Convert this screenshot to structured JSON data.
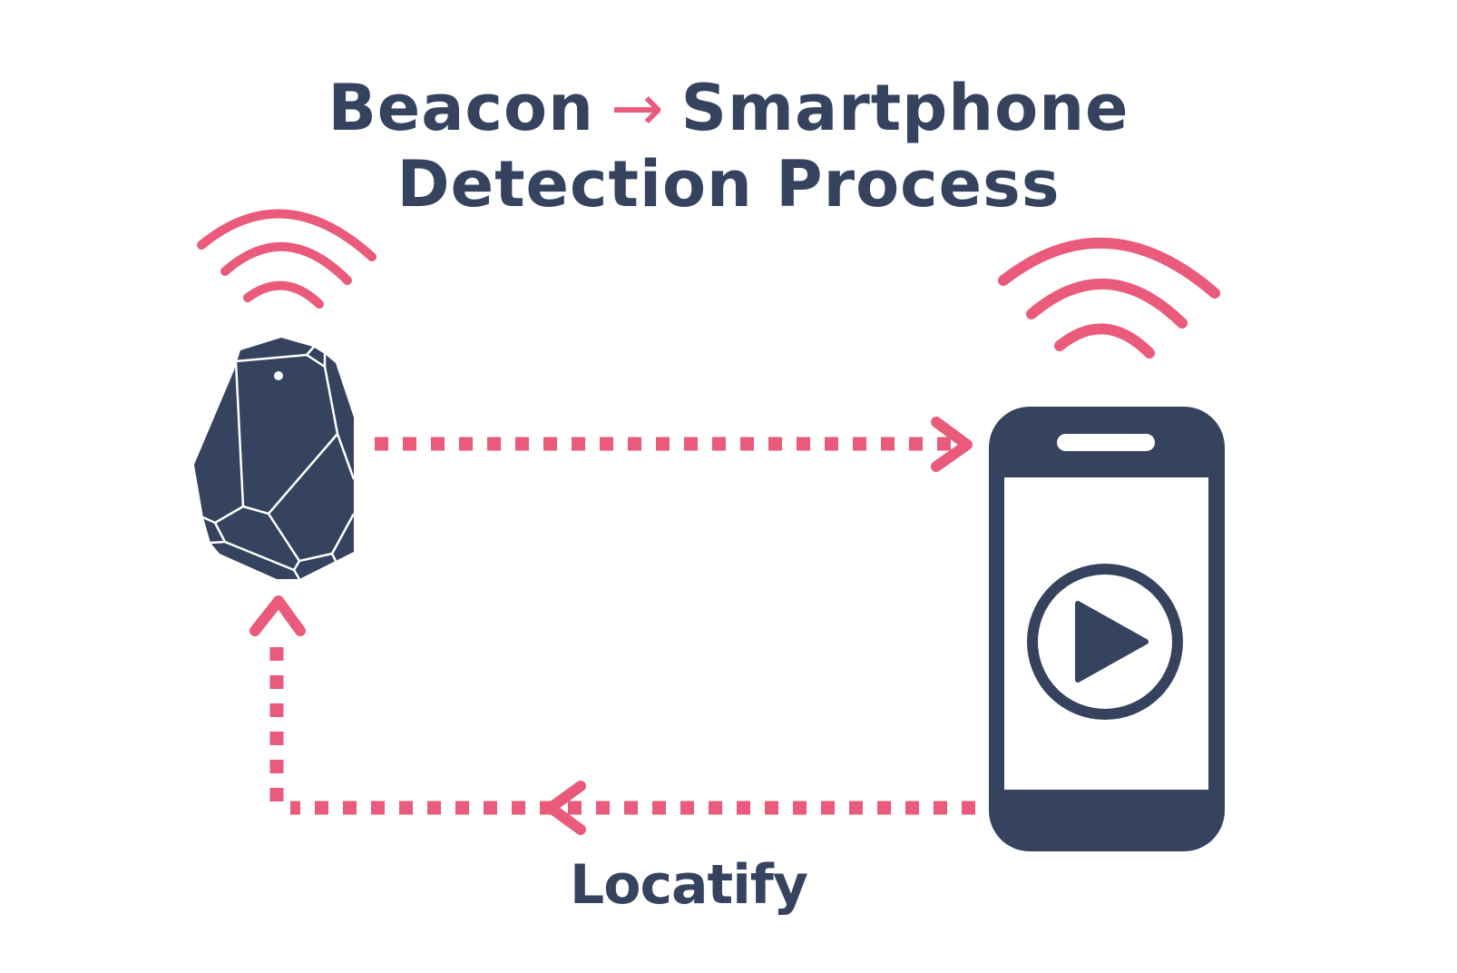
{
  "title": {
    "line1_left": "Beacon",
    "arrow": "→",
    "line1_right": "Smartphone",
    "line2": "Detection Process"
  },
  "logo": "Locatify",
  "colors": {
    "navy": "#35435f",
    "pink": "#ea5a7b"
  }
}
